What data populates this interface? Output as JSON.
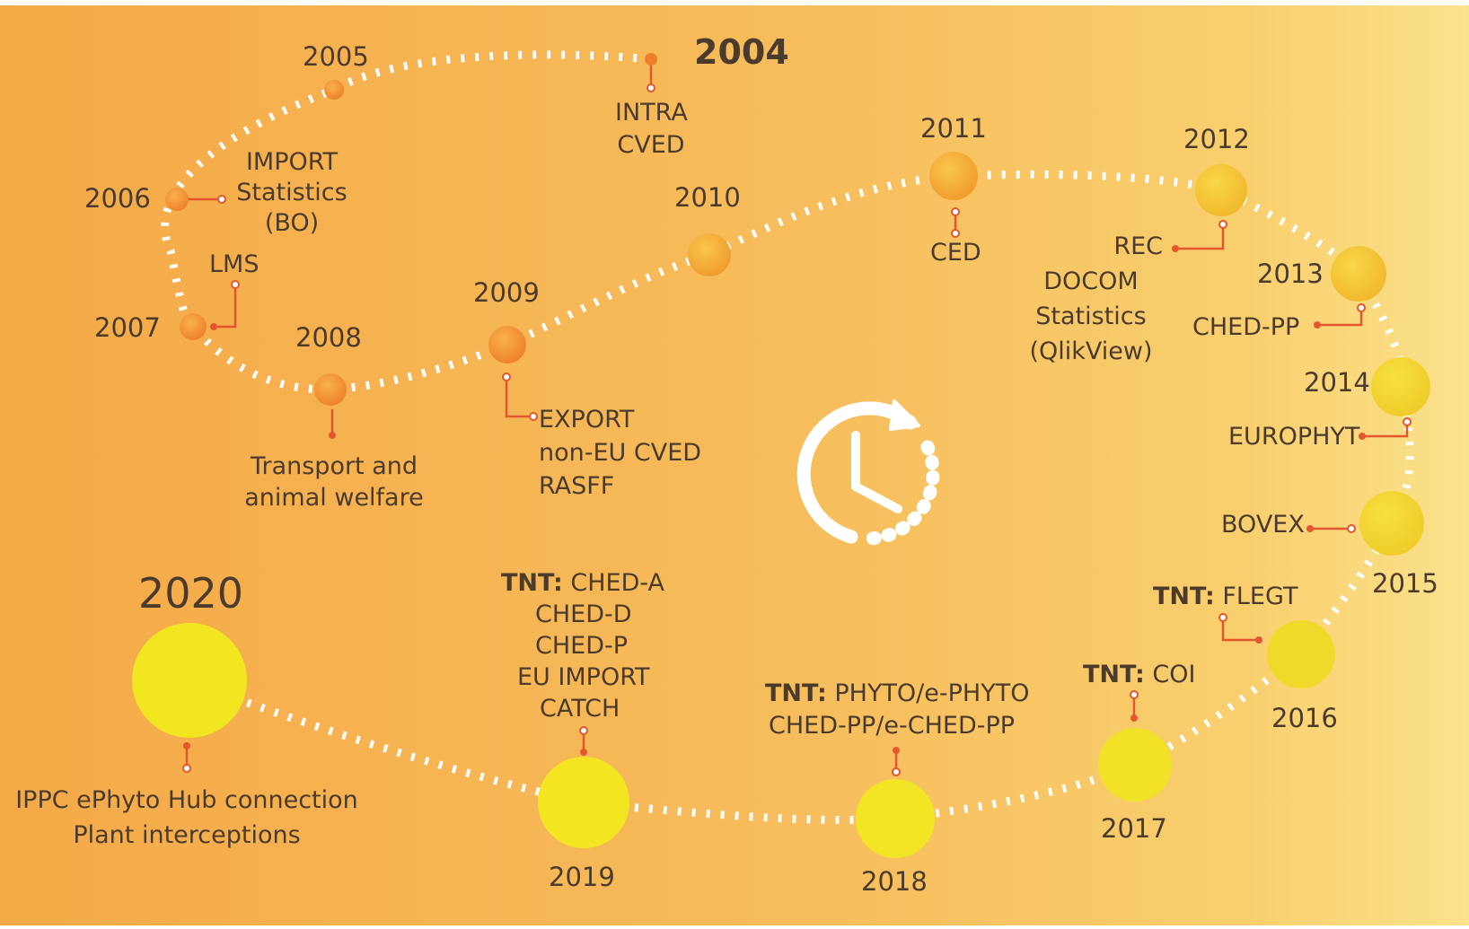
{
  "milestones": [
    {
      "year": "2004",
      "items": [
        "INTRA",
        "CVED"
      ]
    },
    {
      "year": "2005",
      "items": []
    },
    {
      "year": "2006",
      "items": [
        "IMPORT",
        "Statistics",
        "(BO)"
      ]
    },
    {
      "year": "2007",
      "items": [
        "LMS"
      ]
    },
    {
      "year": "2008",
      "items": [
        "Transport and",
        "animal welfare"
      ]
    },
    {
      "year": "2009",
      "items": [
        "EXPORT",
        "non-EU CVED",
        "RASFF"
      ]
    },
    {
      "year": "2010",
      "items": []
    },
    {
      "year": "2011",
      "items": [
        "CED"
      ]
    },
    {
      "year": "2012",
      "items": [
        "REC",
        "DOCOM",
        "Statistics",
        "(QlikView)"
      ]
    },
    {
      "year": "2013",
      "items": [
        "CHED-PP"
      ]
    },
    {
      "year": "2014",
      "items": [
        "EUROPHYT"
      ]
    },
    {
      "year": "2015",
      "items": [
        "BOVEX"
      ]
    },
    {
      "year": "2016",
      "prefix": "TNT:",
      "items": [
        "FLEGT"
      ]
    },
    {
      "year": "2017",
      "prefix": "TNT:",
      "items": [
        "COI"
      ]
    },
    {
      "year": "2018",
      "prefix": "TNT:",
      "items": [
        "PHYTO/e-PHYTO",
        "CHED-PP/e-CHED-PP"
      ]
    },
    {
      "year": "2019",
      "prefix": "TNT:",
      "items": [
        "CHED-A",
        "CHED-D",
        "CHED-P",
        "EU IMPORT",
        "CATCH"
      ]
    },
    {
      "year": "2020",
      "items": [
        "IPPC ePhyto Hub connection",
        "Plant interceptions"
      ]
    }
  ],
  "center_icon": "clock-refresh-icon",
  "colors": {
    "background_start": "#f5a947",
    "background_end": "#fbe088",
    "connector": "#e4572e",
    "dots_early": "#f08a2e",
    "dots_late": "#f2e421",
    "text": "#4a3b2c"
  }
}
